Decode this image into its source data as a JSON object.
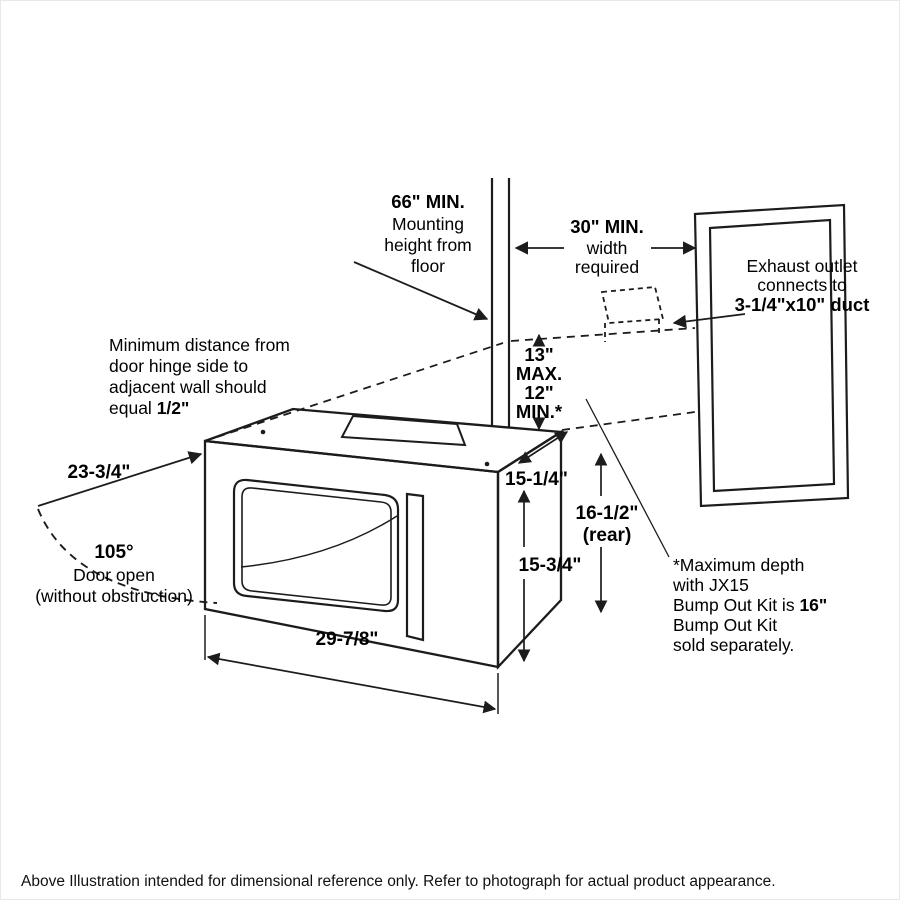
{
  "page": {
    "caption": "Above Illustration intended for dimensional reference only. Refer to photograph for actual product appearance."
  },
  "colors": {
    "line": "#1c1c1c",
    "text": "#000000",
    "background": "#ffffff"
  },
  "labels": {
    "mounting_height": {
      "l1": "66\" MIN.",
      "l2": "Mounting",
      "l3": "height from",
      "l4": "floor"
    },
    "width_required": {
      "l1": "30\" MIN.",
      "l2": "width",
      "l3": "required"
    },
    "exhaust_outlet": {
      "l1": "Exhaust outlet",
      "l2": "connects to",
      "l3": "3-1/4\"x10\" duct"
    },
    "hinge_clearance": {
      "l1": "Minimum distance from",
      "l2": "door hinge side to",
      "l3": "adjacent wall should",
      "l4_prefix": "equal ",
      "l4_bold": "1/2\""
    },
    "cabinet_gap": {
      "l1": "13\"",
      "l2": "MAX.",
      "l3": "12\"",
      "l4": "MIN.*"
    },
    "door_swing": {
      "angle": "105°",
      "l1": "Door open",
      "l2": "(without obstruction)"
    },
    "bumpout_note": {
      "l1": "*Maximum depth",
      "l2": "with JX15",
      "l3_prefix": "Bump Out Kit is ",
      "l3_bold": "16\"",
      "l4": "Bump Out Kit",
      "l5": "sold separately."
    },
    "dims": {
      "side_clearance": "23-3/4\"",
      "depth_top": "15-1/4\"",
      "rear_height": "16-1/2\"",
      "rear_tag": "(rear)",
      "front_height": "15-3/4\"",
      "width": "29-7/8\""
    }
  }
}
